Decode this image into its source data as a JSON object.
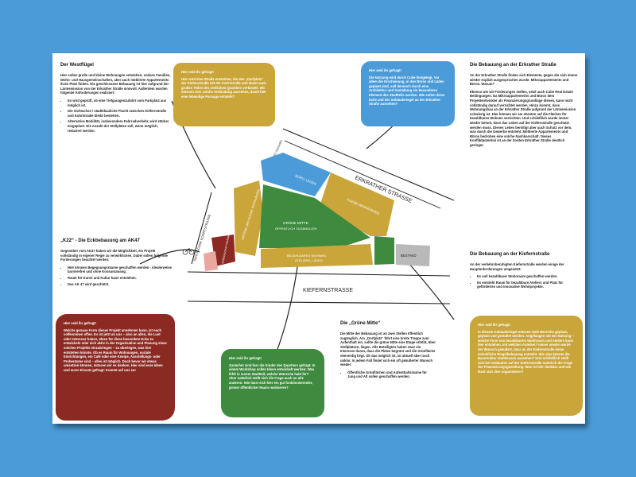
{
  "colors": {
    "background": "#4a9bd8",
    "yellow": "#c9a53a",
    "blue": "#4a9bd8",
    "red": "#8b2a22",
    "green": "#3e8a3e",
    "pink": "#e9a7a0",
    "grey": "#b9b9b9"
  },
  "westfluegel": {
    "heading": "Der Westflügel",
    "paragraph": "Hier sollen große und kleine Wohnungen entstehen, sodass Familien, Wohn- und Hausgemeinschaften, aber auch möblierte Appartements ihren Platz finden. Die geschlossene Bebauung ist hier aufgrund der Lärmemission von der Erkrather Straße sinnvoll. Außerdem wurden folgende Anforderungen realisiert:",
    "bullets": [
      "Es wird geprüft, ob eine Tiefgaragenzufahrt vom Parkplatz aus möglich ist.",
      "Die Sichtachse / städtebauliche Flucht zwischen Kiefernstraße und Kohrtstraße bleibt bestehen.",
      "Alternative Mobilität, insbesondere Fahrradverkehr, wird stärker eingeplant. Die Anzahl der Stellplätze soll, wenn möglich, reduziert werden."
    ]
  },
  "k22": {
    "heading": "„K22“ - Die Eckbebauung am AK47",
    "paragraph": "Gegenüber vom AK47 haben wir die Möglichkeit, ein Projekt vollständig in eigener Regie zu verwirklichen. Dabei sollen folgende Forderungen beachtet werden:",
    "bullets": [
      "Hier können Begegnungsräume geschaffen werden - idealerweise barrierefrei und ohne Konsumzwang.",
      "Raum für Kunst und Kultur kann entstehen.",
      "Das AK 47 wird geschützt."
    ]
  },
  "erkrather": {
    "heading": "Die Bebauung an der Erkrather Straße",
    "paragraph1": "An der Erkrather Straße finden sich Elemente, gegen die sich immer wieder explizit ausgesprochen wurde: Mikroappartements und Büros. Warum?",
    "paragraph2": "Ebenso wie wir Forderungen stellen, setzt auch Cube Real Estate Bedingungen. Da Mikroappartements und Büros dem Projektentwickler als Finanzierungsgrundlage dienen, kann nicht vollständig darauf verzichtet werden. Hinzu kommt, dass Wohnungsbau an der Erkrather Straße aufgrund der Lärmemission schwierig ist. Hier können wir am ehesten auf die Flächen für bezahlbares Wohnen verzichten. Und schließlich wurde immer wieder betont, dass das Leben auf der Kiefernstraße geschützt werden muss. Dieses Leben benötigt aber auch Schutz vor dem, was durch die Gewerbe entsteht. Möblierte Appartements und Büros bedrohen eine solche Nachbarschaft. Dieses Konfliktpotential ist an der breiten Erkrather Straße deutlich geringer."
  },
  "kiefern": {
    "heading": "Die Bebauung an der Kiefernstraße",
    "paragraph": "An der verkehrsberuhigten Kiefernstraße werden einige der Hauptanforderungen umgesetzt:",
    "bullets": [
      "Es soll bezahlbarer Wohnraum geschaffen werden.",
      "Es entsteht Raum für bezahlbare Ateliers und Platz für gefördertes und innovative Wohnprojekte."
    ]
  },
  "gruene_mitte": {
    "heading": "Die „Grüne Mitte“",
    "paragraph": "Die Mitte der Bebauung ist an zwei Stellen öffentlich zugänglich. Am „Dorfplatz“ führt eine breite Treppe zum Aufenthalt ein, sollte die grüne Mitte eine Etage erhöht, über Stellplätzen, liegen. Alle Beteiligten haben zwar ein Interesse daran, dass die Plätze begrünt und die Grünfläche ebenerdig liegt. Ob das möglich ist, ist aktuell aber noch unklar. In jedem Fall findet sich ein oft geäußerter Wunsch wieder:",
    "bullets": [
      "Öffentliche Grünflächen und Aufenthaltsräume für Jung und Alt sollen geschaffen werden."
    ]
  },
  "bubbles": {
    "yellow_top": {
      "question": "Hier seid ihr gefragt!",
      "text": "Hier wird eine Straße entstehen, die den „Dorfplatz“ der Kiefernstraße mit der Kohrtstraße und damit auch großen Teilen des restlichen Quartiers verbindet. Wir müssen eine solche Verbindung aussehen, damit hier eine lebendige Passage entsteht?"
    },
    "blue_top": {
      "question": "Hier seid ihr gefragt!",
      "text": "Die Nutzung wird durch Cube festgelegt. Vor allem die Erscheinung, in den Büros und Läden geplant sind, soll dennoch durch eine Architektur und Gestaltung ein besonderes Element des Stadtteils werden. Wie sollen diese Ecke und der Gebäuderiegel an der Erkrather Straße aussehen?"
    },
    "red_left": {
      "question": "Hier seid ihr gefragt!",
      "text": "Welche genaue Form dieses Projekt annehmen kann, ist noch vollkommen offen. Es ist jetzt an uns – also an allen, die Lust oder Interesse haben, Ideen für diese besondere Ecke zu entwickeln oder sich aktiv in der Organisation und Planung eines solchen Projekts einzubringen – zu überlegen, was hier entstehen könnte. Ob es Raum für Wohnungen, soziale Einrichtungen, ein Café oder eine Kneipe, Ausstellungs- oder Proberäume sind – alles ist möglich. Doch bevor wir etwas umsetzen können, müssen wir es denken. Hier sind eure Ideen und eurer Einsatz gefragt: Kommt auf uns zu!"
    },
    "green_bottom": {
      "question": "Hier seid ihr gefragt!",
      "text": "Zunächst sind hier die Kinder des Quartiers gefragt. In einem Workshop sollen Ideen entwickelt werden: Was fehlt in eurem Stadtteil, welche Wünsche habt ihr? Aber natürlich stellt sich die Frage auch an alle anderen: Wie lässt sich hier ein gut funktionierender, grüner öffentlicher Raum realisieren?"
    },
    "yellow_right": {
      "question": "Hier seid ihr gefragt!",
      "text": "In diesem Gebäuderiegel müssen viele Bereiche geplant, geplant und gestaltet werden. Angefangen mit der Nutzung – welche Form von bezahlbarem Wohnraum und Ateliers kann hier entstehen, mit welchen Anteilen? Immer wieder wurde der Wunsch geäußert, dass an der Kiefernstraße keine einheitliche Riegelbebauung entsteht. Wie also könnte die Baustruktur stattdessen aussehen? Und schließlich stellt sich bei Gebäuden auf der Kiefernstraße natürlich die Frage der Finanzierungsgestaltung. Was ist hier denkbar und wie lässt sich dies organisieren?"
    }
  },
  "map": {
    "street_top": "ERKRATHER STRASSE",
    "street_bottom": "KIEFERNSTRASSE",
    "street_left": "SICHTACHSE KOHRTSTRASSE",
    "label_tg": "TG ZUFAHRT",
    "label_buero": "BÜRO, LÄDEN",
    "label_kleine": "KLEINE WOHNUNGEN",
    "label_grosse": "GROSSE UND KLEINE WOHNUNGEN",
    "label_gruene1": "GRÜNE MITTE",
    "label_gruene2": "ÖFFENTLICH ZUGÄNGLICH",
    "label_bezahlbar1": "BEZAHLBARES WOHNEN,",
    "label_bezahlbar2": "ATELIERS, LÄDEN",
    "label_bestand": "BESTAND",
    "label_k22": "GEMEINSCHAFTSRÄUME, KULTUR, CAFÉ"
  }
}
